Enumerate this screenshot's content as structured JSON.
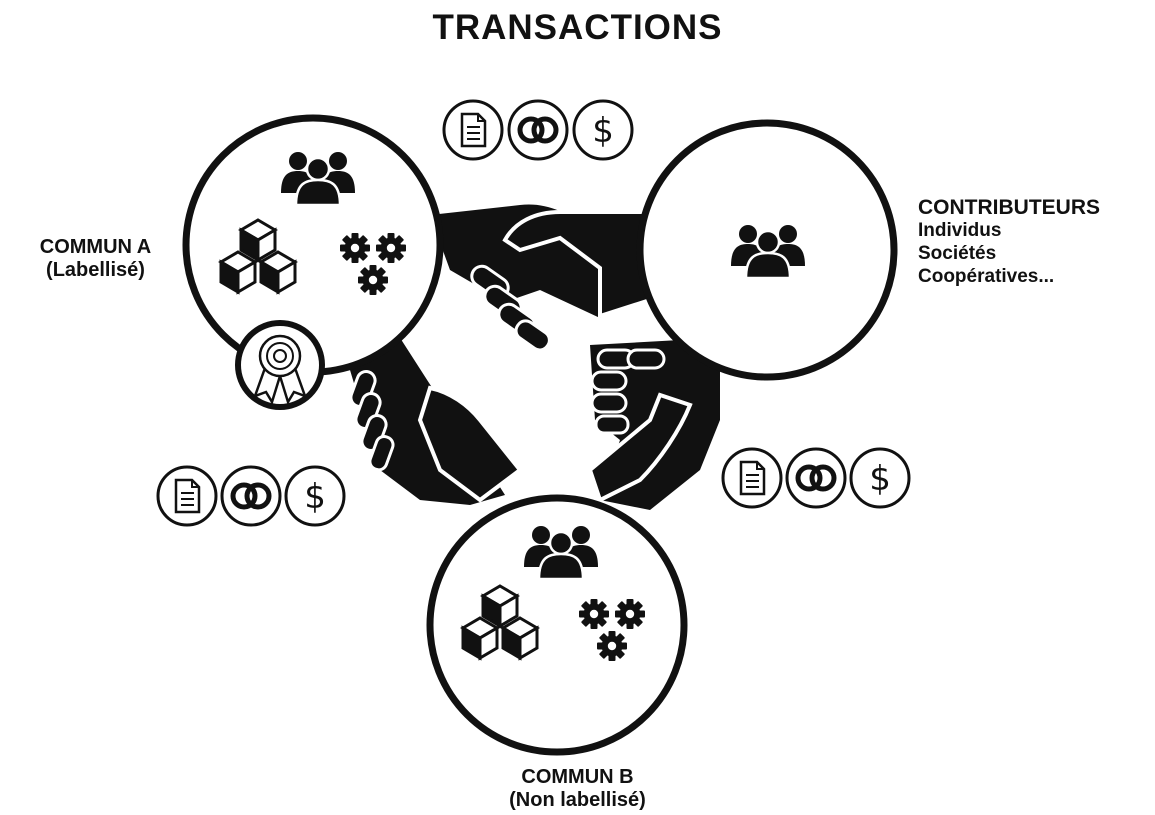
{
  "title": "TRANSACTIONS",
  "commun_a": {
    "name": "COMMUN A",
    "status": "(Labellisé)"
  },
  "contributeurs": {
    "name": "CONTRIBUTEURS",
    "items": [
      "Individus",
      "Sociétés",
      "Coopératives..."
    ]
  },
  "commun_b": {
    "name": "COMMUN B",
    "status": "(Non labellisé)"
  },
  "exchange_icons": [
    "document-icon",
    "linked-rings-icon",
    "dollar-icon"
  ],
  "exchange_symbol_text": "$",
  "colors": {
    "ink": "#111111",
    "background": "#ffffff"
  }
}
